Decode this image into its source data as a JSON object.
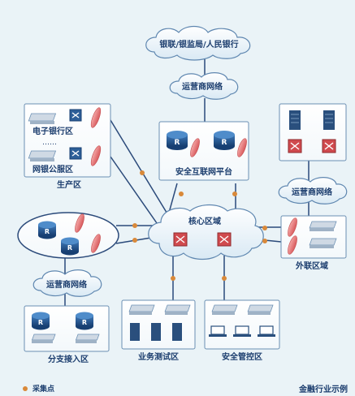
{
  "cloud_top": "银联/银监局/人民银行",
  "carrier_top": "运营商网络",
  "zones": {
    "ebank": "电子银行区",
    "dots": "……",
    "netbank": "网银公服区",
    "production": "生产区",
    "secure_platform": "安全互联网平台",
    "core": "核心区域",
    "carrier_right": "运营商网络",
    "external": "外联区域",
    "carrier_left": "运营商网络",
    "branch": "分支接入区",
    "test": "业务测试区",
    "security": "安全管控区"
  },
  "legend": {
    "collect_point": "采集点"
  },
  "footer": "金融行业示例",
  "colors": {
    "background": "#eaf3f7",
    "box_fill": "#ffffff",
    "box_stroke": "#6b8fb3",
    "line": "#2b4a7a",
    "collect_point": "#d9893a",
    "firewall": "#e8787a",
    "router": "#1f4f8a",
    "text": "#1b3d6e"
  }
}
